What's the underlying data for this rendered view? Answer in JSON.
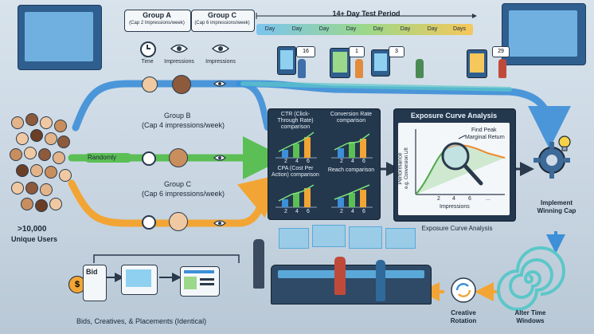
{
  "header": {
    "group_a_title": "Group A",
    "group_a_caption": "(Cap 2 Impressions/week)",
    "group_c_title": "Group C",
    "group_c_caption": "(Cap 6 impressions/week)",
    "time_label": "Time",
    "impressions_label_1": "Impressions",
    "impressions_label_2": "Impressions",
    "test_period": "14+ Day Test Period",
    "days": [
      "Day",
      "Day",
      "Day",
      "Day",
      "Day",
      "Day",
      "Day",
      "Days"
    ]
  },
  "counters": {
    "c1": "16",
    "c2": "1",
    "c3": "3",
    "c4": "29"
  },
  "groups": {
    "randomly": "Randomly",
    "group_b_title": "Group B",
    "group_b_caption": "(Cap 4 impressions/week)",
    "group_c_title": "Group C",
    "group_c_caption": "(Cap 6 impressions/week)"
  },
  "users": {
    "count": ">10,000",
    "label": "Unique Users"
  },
  "metrics": {
    "ctr": "CTR (Click-Through Rate) comparison",
    "conversion": "Conversion Rate comparison",
    "cpa": "CPA (Cost Per Action) comparison",
    "reach": "Reach comparison",
    "ticks": [
      "2",
      "4",
      "6"
    ]
  },
  "exposure": {
    "title": "Exposure Curve Analysis",
    "ylabel_1": "Performance",
    "ylabel_2": "e.g. Conversion Lift",
    "xlabel": "Impressions",
    "ticks": [
      "2",
      "4",
      "6",
      "..."
    ],
    "annotation_1": "Find Peak",
    "annotation_2": "Marginal Return",
    "caption": "Exposure Curve Analysis"
  },
  "process": {
    "implement": "Implement",
    "winning_cap": "Winning Cap",
    "alter_1": "Alter Time",
    "alter_2": "Windows",
    "creative_1": "Creative",
    "creative_2": "Rotation"
  },
  "bottom": {
    "bid": "Bid",
    "caption": "Bids, Creatives, & Placements (Identical)"
  },
  "colors": {
    "blue_flow": "#3d8fd8",
    "green_flow": "#6fcf6a",
    "orange_flow": "#f2a534",
    "navy": "#23374d",
    "curve": "#f08a2c"
  }
}
